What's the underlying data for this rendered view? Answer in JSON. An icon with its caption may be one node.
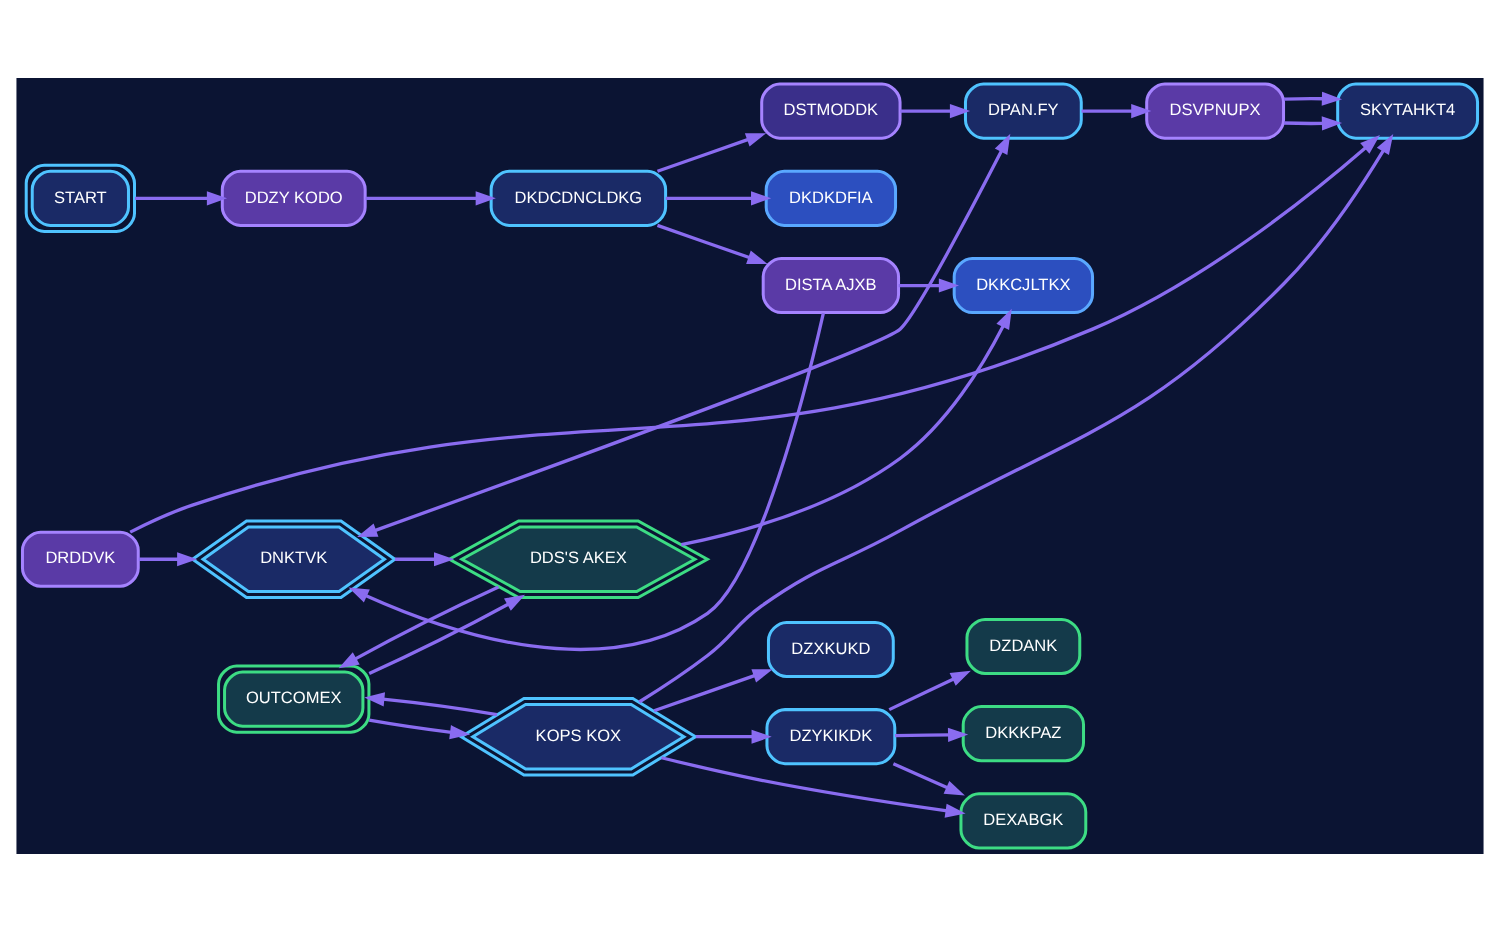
{
  "diagram": {
    "nodes": [
      {
        "text": [
          "START"
        ]
      },
      {
        "text": [
          "DDZY KODO"
        ]
      },
      {
        "text": [
          "DKDCDNCLDKG"
        ]
      },
      {
        "text": [
          "DSTMODDK"
        ]
      },
      {
        "text": [
          "DKDKDFIA"
        ]
      },
      {
        "text": [
          "DPAN.FY"
        ]
      },
      {
        "text": [
          "DSVPNUPX"
        ]
      },
      {
        "text": [
          "SKYTAHKT4"
        ]
      },
      {
        "text": [
          "DRDDVK"
        ]
      },
      {
        "text": [
          "DNKTVK"
        ]
      },
      {
        "text": [
          "DISTA AJXB"
        ]
      },
      {
        "text": [
          "DKKCJLTKX"
        ]
      },
      {
        "text": [
          "OUTCOMEX"
        ]
      },
      {
        "text": [
          "DDS'S AKEX"
        ]
      },
      {
        "text": [
          "KOPS KOX"
        ]
      },
      {
        "text": [
          "DZXKUKD"
        ]
      },
      {
        "text": [
          "DZYKIKDK"
        ]
      },
      {
        "text": [
          "DZDANK"
        ]
      },
      {
        "text": [
          "DKKKPAZ"
        ]
      },
      {
        "text": [
          "DEXABGK"
        ]
      }
    ],
    "edges": [
      {
        "from": 0,
        "to": 1,
        "arrow": "to"
      },
      {
        "from": 1,
        "to": 2,
        "arrow": "to"
      },
      {
        "from": 2,
        "to": 3,
        "arrow": "to"
      },
      {
        "from": 2,
        "to": 4,
        "arrow": "to"
      },
      {
        "from": 2,
        "to": 10,
        "arrow": "to"
      },
      {
        "from": 3,
        "to": 5,
        "arrow": "to"
      },
      {
        "from": 9,
        "to": 5,
        "arrow": "both"
      },
      {
        "from": 5,
        "to": 6,
        "arrow": "to"
      },
      {
        "from": 6,
        "to": 7,
        "arrow": "to"
      },
      {
        "from": 6,
        "to": 7,
        "arrow": "to"
      },
      {
        "from": 14,
        "to": 7,
        "arrow": "to"
      },
      {
        "from": 8,
        "to": 7,
        "arrow": "to"
      },
      {
        "from": 8,
        "to": 9,
        "arrow": "to"
      },
      {
        "from": 10,
        "to": 9,
        "arrow": "to"
      },
      {
        "from": 10,
        "to": 11,
        "arrow": "to"
      },
      {
        "from": 9,
        "to": 13,
        "arrow": "to"
      },
      {
        "from": 13,
        "to": 11,
        "arrow": "to"
      },
      {
        "from": 13,
        "to": 12,
        "arrow": "to"
      },
      {
        "from": 14,
        "to": 12,
        "arrow": "to"
      },
      {
        "from": 12,
        "to": 13,
        "arrow": "to"
      },
      {
        "from": 12,
        "to": 14,
        "arrow": "to"
      },
      {
        "from": 14,
        "to": 15,
        "arrow": "to"
      },
      {
        "from": 14,
        "to": 16,
        "arrow": "to"
      },
      {
        "from": 14,
        "to": 19,
        "arrow": "to"
      },
      {
        "from": 16,
        "to": 17,
        "arrow": "to"
      },
      {
        "from": 16,
        "to": 18,
        "arrow": "to"
      },
      {
        "from": 16,
        "to": 19,
        "arrow": "to"
      }
    ]
  }
}
